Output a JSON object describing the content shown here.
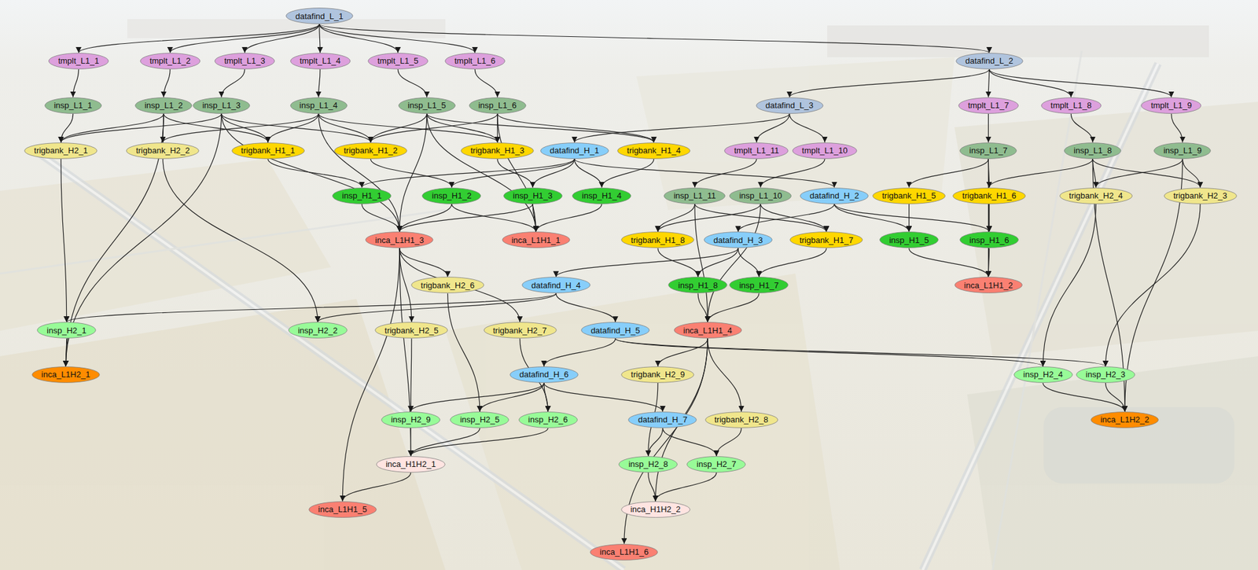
{
  "diagram": {
    "nodes": [
      {
        "text": [
          "datafind_L_1"
        ]
      },
      {
        "text": [
          "tmplt_L1_1"
        ]
      },
      {
        "text": [
          "tmplt_L1_2"
        ]
      },
      {
        "text": [
          "tmplt_L1_3"
        ]
      },
      {
        "text": [
          "tmplt_L1_4"
        ]
      },
      {
        "text": [
          "tmplt_L1_5"
        ]
      },
      {
        "text": [
          "tmplt_L1_6"
        ]
      },
      {
        "text": [
          "datafind_L_2"
        ]
      },
      {
        "text": [
          "insp_L1_1"
        ]
      },
      {
        "text": [
          "insp_L1_2"
        ]
      },
      {
        "text": [
          "insp_L1_3"
        ]
      },
      {
        "text": [
          "insp_L1_4"
        ]
      },
      {
        "text": [
          "insp_L1_5"
        ]
      },
      {
        "text": [
          "insp_L1_6"
        ]
      },
      {
        "text": [
          "datafind_L_3"
        ]
      },
      {
        "text": [
          "tmplt_L1_7"
        ]
      },
      {
        "text": [
          "tmplt_L1_8"
        ]
      },
      {
        "text": [
          "tmplt_L1_9"
        ]
      },
      {
        "text": [
          "trigbank_H2_1"
        ]
      },
      {
        "text": [
          "trigbank_H2_2"
        ]
      },
      {
        "text": [
          "trigbank_H1_1"
        ]
      },
      {
        "text": [
          "trigbank_H1_2"
        ]
      },
      {
        "text": [
          "trigbank_H1_3"
        ]
      },
      {
        "text": [
          "datafind_H_1"
        ]
      },
      {
        "text": [
          "trigbank_H1_4"
        ]
      },
      {
        "text": [
          "tmplt_L1_11"
        ]
      },
      {
        "text": [
          "tmplt_L1_10"
        ]
      },
      {
        "text": [
          "insp_L1_7"
        ]
      },
      {
        "text": [
          "insp_L1_8"
        ]
      },
      {
        "text": [
          "insp_L1_9"
        ]
      },
      {
        "text": [
          "insp_H1_1"
        ]
      },
      {
        "text": [
          "insp_H1_2"
        ]
      },
      {
        "text": [
          "insp_H1_3"
        ]
      },
      {
        "text": [
          "insp_H1_4"
        ]
      },
      {
        "text": [
          "insp_L1_11"
        ]
      },
      {
        "text": [
          "insp_L1_10"
        ]
      },
      {
        "text": [
          "datafind_H_2"
        ]
      },
      {
        "text": [
          "trigbank_H1_5"
        ]
      },
      {
        "text": [
          "trigbank_H1_6"
        ]
      },
      {
        "text": [
          "trigbank_H2_4"
        ]
      },
      {
        "text": [
          "trigbank_H2_3"
        ]
      },
      {
        "text": [
          "inca_L1H1_3"
        ]
      },
      {
        "text": [
          "inca_L1H1_1"
        ]
      },
      {
        "text": [
          "trigbank_H1_8"
        ]
      },
      {
        "text": [
          "datafind_H_3"
        ]
      },
      {
        "text": [
          "trigbank_H1_7"
        ]
      },
      {
        "text": [
          "insp_H1_5"
        ]
      },
      {
        "text": [
          "insp_H1_6"
        ]
      },
      {
        "text": [
          "trigbank_H2_6"
        ]
      },
      {
        "text": [
          "datafind_H_4"
        ]
      },
      {
        "text": [
          "insp_H1_8"
        ]
      },
      {
        "text": [
          "insp_H1_7"
        ]
      },
      {
        "text": [
          "inca_L1H1_2"
        ]
      },
      {
        "text": [
          "insp_H2_1"
        ]
      },
      {
        "text": [
          "insp_H2_2"
        ]
      },
      {
        "text": [
          "trigbank_H2_5"
        ]
      },
      {
        "text": [
          "trigbank_H2_7"
        ]
      },
      {
        "text": [
          "datafind_H_5"
        ]
      },
      {
        "text": [
          "inca_L1H1_4"
        ]
      },
      {
        "text": [
          "inca_L1H2_1"
        ]
      },
      {
        "text": [
          "datafind_H_6"
        ]
      },
      {
        "text": [
          "trigbank_H2_9"
        ]
      },
      {
        "text": [
          "insp_H2_4"
        ]
      },
      {
        "text": [
          "insp_H2_3"
        ]
      },
      {
        "text": [
          "insp_H2_9"
        ]
      },
      {
        "text": [
          "insp_H2_5"
        ]
      },
      {
        "text": [
          "insp_H2_6"
        ]
      },
      {
        "text": [
          "datafind_H_7"
        ]
      },
      {
        "text": [
          "trigbank_H2_8"
        ]
      },
      {
        "text": [
          "inca_L1H2_2"
        ]
      },
      {
        "text": [
          "inca_H1H2_1"
        ]
      },
      {
        "text": [
          "insp_H2_8"
        ]
      },
      {
        "text": [
          "insp_H2_7"
        ]
      },
      {
        "text": [
          "inca_L1H1_5"
        ]
      },
      {
        "text": [
          "inca_H1H2_2"
        ]
      },
      {
        "text": [
          "inca_L1H1_6"
        ]
      }
    ],
    "edges": [
      {
        "from": 0,
        "to": 1,
        "arrow": "to"
      },
      {
        "from": 0,
        "to": 2,
        "arrow": "to"
      },
      {
        "from": 0,
        "to": 3,
        "arrow": "to"
      },
      {
        "from": 0,
        "to": 4,
        "arrow": "to"
      },
      {
        "from": 0,
        "to": 5,
        "arrow": "to"
      },
      {
        "from": 0,
        "to": 6,
        "arrow": "to"
      },
      {
        "from": 0,
        "to": 7,
        "arrow": "to"
      },
      {
        "from": 7,
        "to": 14,
        "arrow": "to"
      },
      {
        "from": 7,
        "to": 15,
        "arrow": "to"
      },
      {
        "from": 7,
        "to": 16,
        "arrow": "to"
      },
      {
        "from": 7,
        "to": 17,
        "arrow": "to"
      },
      {
        "from": 14,
        "to": 23,
        "arrow": "to"
      },
      {
        "from": 14,
        "to": 25,
        "arrow": "to"
      },
      {
        "from": 14,
        "to": 26,
        "arrow": "to"
      },
      {
        "from": 1,
        "to": 8,
        "arrow": "to"
      },
      {
        "from": 2,
        "to": 9,
        "arrow": "to"
      },
      {
        "from": 3,
        "to": 10,
        "arrow": "to"
      },
      {
        "from": 4,
        "to": 11,
        "arrow": "to"
      },
      {
        "from": 5,
        "to": 12,
        "arrow": "to"
      },
      {
        "from": 6,
        "to": 13,
        "arrow": "to"
      },
      {
        "from": 15,
        "to": 27,
        "arrow": "to"
      },
      {
        "from": 16,
        "to": 28,
        "arrow": "to"
      },
      {
        "from": 17,
        "to": 29,
        "arrow": "to"
      },
      {
        "from": 25,
        "to": 34,
        "arrow": "to"
      },
      {
        "from": 26,
        "to": 35,
        "arrow": "to"
      },
      {
        "from": 8,
        "to": 18,
        "arrow": "to"
      },
      {
        "from": 9,
        "to": 18,
        "arrow": "to"
      },
      {
        "from": 9,
        "to": 19,
        "arrow": "to"
      },
      {
        "from": 9,
        "to": 20,
        "arrow": "to"
      },
      {
        "from": 9,
        "to": 59,
        "arrow": "to"
      },
      {
        "from": 10,
        "to": 18,
        "arrow": "to"
      },
      {
        "from": 10,
        "to": 20,
        "arrow": "to"
      },
      {
        "from": 10,
        "to": 21,
        "arrow": "to"
      },
      {
        "from": 10,
        "to": 41,
        "arrow": "to"
      },
      {
        "from": 10,
        "to": 59,
        "arrow": "to"
      },
      {
        "from": 11,
        "to": 19,
        "arrow": "to"
      },
      {
        "from": 11,
        "to": 20,
        "arrow": "to"
      },
      {
        "from": 11,
        "to": 21,
        "arrow": "to"
      },
      {
        "from": 11,
        "to": 22,
        "arrow": "to"
      },
      {
        "from": 11,
        "to": 41,
        "arrow": "to"
      },
      {
        "from": 12,
        "to": 21,
        "arrow": "to"
      },
      {
        "from": 12,
        "to": 22,
        "arrow": "to"
      },
      {
        "from": 12,
        "to": 24,
        "arrow": "to"
      },
      {
        "from": 12,
        "to": 41,
        "arrow": "to"
      },
      {
        "from": 12,
        "to": 42,
        "arrow": "to"
      },
      {
        "from": 13,
        "to": 21,
        "arrow": "to"
      },
      {
        "from": 13,
        "to": 22,
        "arrow": "to"
      },
      {
        "from": 13,
        "to": 24,
        "arrow": "to"
      },
      {
        "from": 13,
        "to": 42,
        "arrow": "to"
      },
      {
        "from": 18,
        "to": 53,
        "arrow": "to"
      },
      {
        "from": 19,
        "to": 54,
        "arrow": "to"
      },
      {
        "from": 20,
        "to": 30,
        "arrow": "to"
      },
      {
        "from": 21,
        "to": 31,
        "arrow": "to"
      },
      {
        "from": 22,
        "to": 32,
        "arrow": "to"
      },
      {
        "from": 24,
        "to": 33,
        "arrow": "to"
      },
      {
        "from": 23,
        "to": 30,
        "arrow": "to"
      },
      {
        "from": 23,
        "to": 31,
        "arrow": "to"
      },
      {
        "from": 23,
        "to": 32,
        "arrow": "to"
      },
      {
        "from": 23,
        "to": 33,
        "arrow": "to"
      },
      {
        "from": 23,
        "to": 36,
        "arrow": "to"
      },
      {
        "from": 30,
        "to": 41,
        "arrow": "to"
      },
      {
        "from": 31,
        "to": 41,
        "arrow": "to"
      },
      {
        "from": 31,
        "to": 42,
        "arrow": "to"
      },
      {
        "from": 32,
        "to": 41,
        "arrow": "to"
      },
      {
        "from": 32,
        "to": 42,
        "arrow": "to"
      },
      {
        "from": 33,
        "to": 42,
        "arrow": "to"
      },
      {
        "from": 41,
        "to": 48,
        "arrow": "to"
      },
      {
        "from": 41,
        "to": 55,
        "arrow": "to"
      },
      {
        "from": 41,
        "to": 56,
        "arrow": "to"
      },
      {
        "from": 41,
        "to": 70,
        "arrow": "to"
      },
      {
        "from": 41,
        "to": 73,
        "arrow": "to"
      },
      {
        "from": 48,
        "to": 65,
        "arrow": "to"
      },
      {
        "from": 55,
        "to": 64,
        "arrow": "to"
      },
      {
        "from": 56,
        "to": 66,
        "arrow": "to"
      },
      {
        "from": 36,
        "to": 44,
        "arrow": "to"
      },
      {
        "from": 36,
        "to": 46,
        "arrow": "to"
      },
      {
        "from": 36,
        "to": 47,
        "arrow": "to"
      },
      {
        "from": 44,
        "to": 49,
        "arrow": "to"
      },
      {
        "from": 44,
        "to": 50,
        "arrow": "to"
      },
      {
        "from": 44,
        "to": 51,
        "arrow": "to"
      },
      {
        "from": 49,
        "to": 53,
        "arrow": "to"
      },
      {
        "from": 49,
        "to": 54,
        "arrow": "to"
      },
      {
        "from": 49,
        "to": 57,
        "arrow": "to"
      },
      {
        "from": 34,
        "to": 43,
        "arrow": "to"
      },
      {
        "from": 34,
        "to": 45,
        "arrow": "to"
      },
      {
        "from": 34,
        "to": 58,
        "arrow": "to"
      },
      {
        "from": 35,
        "to": 43,
        "arrow": "to"
      },
      {
        "from": 35,
        "to": 45,
        "arrow": "to"
      },
      {
        "from": 35,
        "to": 58,
        "arrow": "to"
      },
      {
        "from": 43,
        "to": 50,
        "arrow": "to"
      },
      {
        "from": 45,
        "to": 51,
        "arrow": "to"
      },
      {
        "from": 50,
        "to": 58,
        "arrow": "to"
      },
      {
        "from": 51,
        "to": 58,
        "arrow": "to"
      },
      {
        "from": 27,
        "to": 37,
        "arrow": "to"
      },
      {
        "from": 27,
        "to": 38,
        "arrow": "to"
      },
      {
        "from": 27,
        "to": 52,
        "arrow": "to"
      },
      {
        "from": 28,
        "to": 38,
        "arrow": "to"
      },
      {
        "from": 28,
        "to": 39,
        "arrow": "to"
      },
      {
        "from": 28,
        "to": 40,
        "arrow": "to"
      },
      {
        "from": 28,
        "to": 69,
        "arrow": "to"
      },
      {
        "from": 29,
        "to": 39,
        "arrow": "to"
      },
      {
        "from": 29,
        "to": 40,
        "arrow": "to"
      },
      {
        "from": 29,
        "to": 69,
        "arrow": "to"
      },
      {
        "from": 37,
        "to": 46,
        "arrow": "to"
      },
      {
        "from": 38,
        "to": 47,
        "arrow": "to"
      },
      {
        "from": 46,
        "to": 52,
        "arrow": "to"
      },
      {
        "from": 47,
        "to": 52,
        "arrow": "to"
      },
      {
        "from": 39,
        "to": 62,
        "arrow": "to"
      },
      {
        "from": 40,
        "to": 63,
        "arrow": "to"
      },
      {
        "from": 62,
        "to": 69,
        "arrow": "to"
      },
      {
        "from": 63,
        "to": 69,
        "arrow": "to"
      },
      {
        "from": 57,
        "to": 60,
        "arrow": "to"
      },
      {
        "from": 57,
        "to": 62,
        "arrow": "to"
      },
      {
        "from": 57,
        "to": 63,
        "arrow": "to"
      },
      {
        "from": 58,
        "to": 61,
        "arrow": "to"
      },
      {
        "from": 58,
        "to": 68,
        "arrow": "to"
      },
      {
        "from": 58,
        "to": 74,
        "arrow": "to"
      },
      {
        "from": 58,
        "to": 75,
        "arrow": "to"
      },
      {
        "from": 60,
        "to": 64,
        "arrow": "to"
      },
      {
        "from": 60,
        "to": 65,
        "arrow": "to"
      },
      {
        "from": 60,
        "to": 66,
        "arrow": "to"
      },
      {
        "from": 60,
        "to": 67,
        "arrow": "to"
      },
      {
        "from": 67,
        "to": 71,
        "arrow": "to"
      },
      {
        "from": 67,
        "to": 72,
        "arrow": "to"
      },
      {
        "from": 61,
        "to": 71,
        "arrow": "to"
      },
      {
        "from": 68,
        "to": 72,
        "arrow": "to"
      },
      {
        "from": 64,
        "to": 70,
        "arrow": "to"
      },
      {
        "from": 65,
        "to": 70,
        "arrow": "to"
      },
      {
        "from": 66,
        "to": 70,
        "arrow": "to"
      },
      {
        "from": 71,
        "to": 74,
        "arrow": "to"
      },
      {
        "from": 72,
        "to": 74,
        "arrow": "to"
      },
      {
        "from": 70,
        "to": 73,
        "arrow": "to"
      },
      {
        "from": 53,
        "to": 59,
        "arrow": "to"
      }
    ]
  }
}
